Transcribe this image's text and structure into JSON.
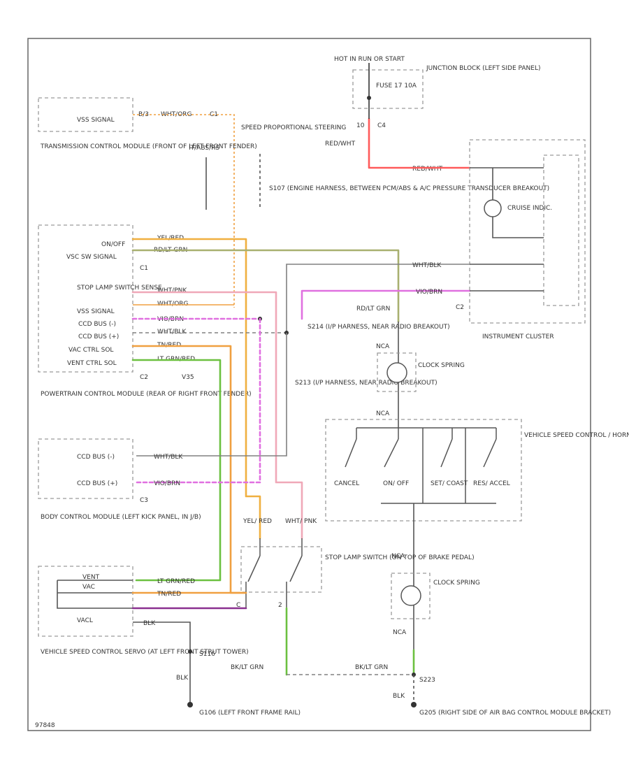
{
  "colors": {
    "red": "#ff5a5a",
    "yellow": "#f0b040",
    "pink": "#f0a8b8",
    "green": "#6cc040",
    "grey": "#808080",
    "violet": "#8a3090",
    "magenta": "#e070e0",
    "olive": "#a8b070",
    "orange": "#f0a040",
    "black": "#333333",
    "line": "#9a9a9a"
  },
  "texts": {
    "hot_in_run": "HOT IN RUN OR START",
    "junction_block": "JUNCTION BLOCK (LEFT SIDE PANEL)",
    "fuse": "FUSE 17 10A",
    "c_c4": "C4",
    "c_c4_pin": "10",
    "red_wht": "RED/WHT",
    "red_wht_lt": "RED/WHT",
    "vss_signal_tcm": "VSS SIGNAL",
    "tcm_pin": "B/3",
    "tcm_wire": "WHT/ORG",
    "tcm_c": "C1",
    "tcm_label": "TRANSMISSION CONTROL MODULE (FRONT OF LEFT FRONT FENDER)",
    "spm": "SPEED PROPORTIONAL STEERING",
    "spm_label": "IT/ABS/RS",
    "s107": "S107 (ENGINE HARNESS, BETWEEN PCM/ABS & A/C PRESSURE TRANSDUCER BREAKOUT)",
    "on_off": "ON/OFF",
    "vsc_sw": "VSC SW SIGNAL",
    "c1": "C1",
    "stop_lamp_sense": "STOP LAMP SWITCH SENSE",
    "vss_signal": "VSS SIGNAL",
    "ccd_bus_neg": "CCD BUS (-)",
    "ccd_bus_pos": "CCD BUS (+)",
    "vac_ctrl": "VAC CTRL SOL",
    "vent_ctrl": "VENT CTRL SOL",
    "c2": "C2",
    "v35": "V35",
    "pcm_label": "POWERTRAIN CONTROL MODULE (REAR OF RIGHT FRONT FENDER)",
    "w_yel_red": "YEL/RED",
    "w_rdlt_grn": "RD/LT GRN",
    "w_wht_pnk": "WHT/PNK",
    "w_wht_org": "WHT/ORG",
    "w_vio_brn": "VIO/BRN",
    "w_wht_blk": "WHT/BLK",
    "w_tan_red": "TN/RED",
    "w_lt_grn_red": "LT GRN/RED",
    "s214": "S214 (I/P HARNESS, NEAR RADIO BREAKOUT)",
    "s213": "S213 (I/P HARNESS, NEAR RADIO BREAKOUT)",
    "ccd_bus_neg_bcm": "CCD BUS (-)",
    "ccd_bus_pos_bcm": "CCD BUS (+)",
    "bcm_c": "C3",
    "bcm_label": "BODY CONTROL MODULE (LEFT KICK PANEL, IN J/B)",
    "cruise_ind": "CRUISE INDIC.",
    "c2_ic": "C2",
    "instrument_cluster": "INSTRUMENT CLUSTER",
    "rd_lt_grn_right": "RD/LT GRN",
    "clock_spring": "CLOCK SPRING",
    "cancel": "CANCEL",
    "on_off_sw": "ON/ OFF",
    "set_coast": "SET/ COAST",
    "res_accel": "RES/ ACCEL",
    "vsc_switch_label": "VEHICLE SPEED CONTROL / HORN SWITCH",
    "yel_red_sw": "YEL/ RED",
    "wht_pnk_sw": "WHT/ PNK",
    "stop_lamp_switch": "STOP LAMP SWITCH (ON TOP OF BRAKE PEDAL)",
    "servo_label": "VEHICLE SPEED CONTROL SERVO (AT LEFT FRONT STRUT TOWER)",
    "servo_vent": "VENT",
    "servo_vac": "VAC",
    "servo_vac2": "VACL",
    "blk": "BLK",
    "blk2": "BLK",
    "blk3": "BLK",
    "s116": "S116",
    "g106": "G106 (LEFT FRONT FRAME RAIL)",
    "g205": "G205 (RIGHT SIDE OF AIR BAG CONTROL MODULE BRACKET)",
    "bk_lt_grn": "BK/LT GRN",
    "bk_lt_grn2": "BK/LT GRN",
    "s223": "S223",
    "nca": "NCA",
    "nca2": "NCA",
    "nca3": "NCA",
    "pin_c": "C",
    "pin_2": "2",
    "corner": "97848"
  }
}
